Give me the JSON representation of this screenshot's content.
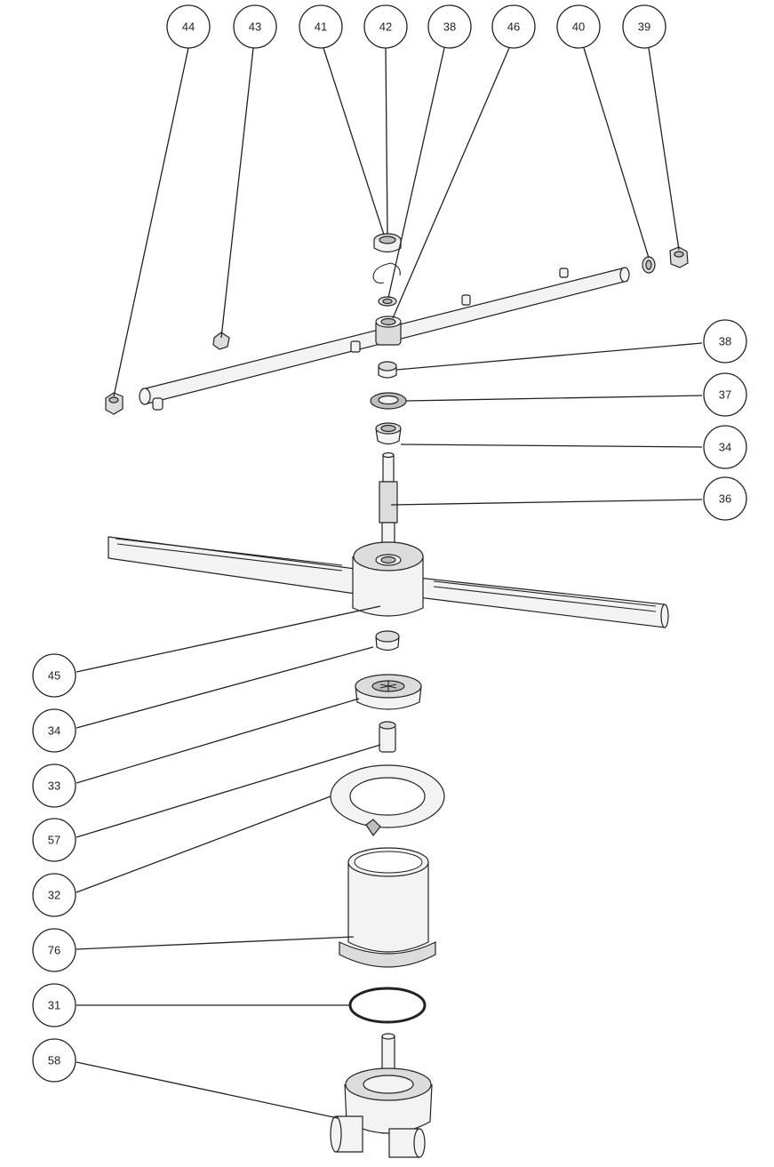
{
  "diagram": {
    "callouts": [
      {
        "id": "c44",
        "label": "44"
      },
      {
        "id": "c43",
        "label": "43"
      },
      {
        "id": "c41",
        "label": "41"
      },
      {
        "id": "c42",
        "label": "42"
      },
      {
        "id": "c38a",
        "label": "38"
      },
      {
        "id": "c46",
        "label": "46"
      },
      {
        "id": "c40",
        "label": "40"
      },
      {
        "id": "c39",
        "label": "39"
      },
      {
        "id": "c38b",
        "label": "38"
      },
      {
        "id": "c37",
        "label": "37"
      },
      {
        "id": "c34a",
        "label": "34"
      },
      {
        "id": "c36",
        "label": "36"
      },
      {
        "id": "c45",
        "label": "45"
      },
      {
        "id": "c34b",
        "label": "34"
      },
      {
        "id": "c33",
        "label": "33"
      },
      {
        "id": "c57",
        "label": "57"
      },
      {
        "id": "c32",
        "label": "32"
      },
      {
        "id": "c76",
        "label": "76"
      },
      {
        "id": "c31",
        "label": "31"
      },
      {
        "id": "c58",
        "label": "58"
      }
    ]
  }
}
